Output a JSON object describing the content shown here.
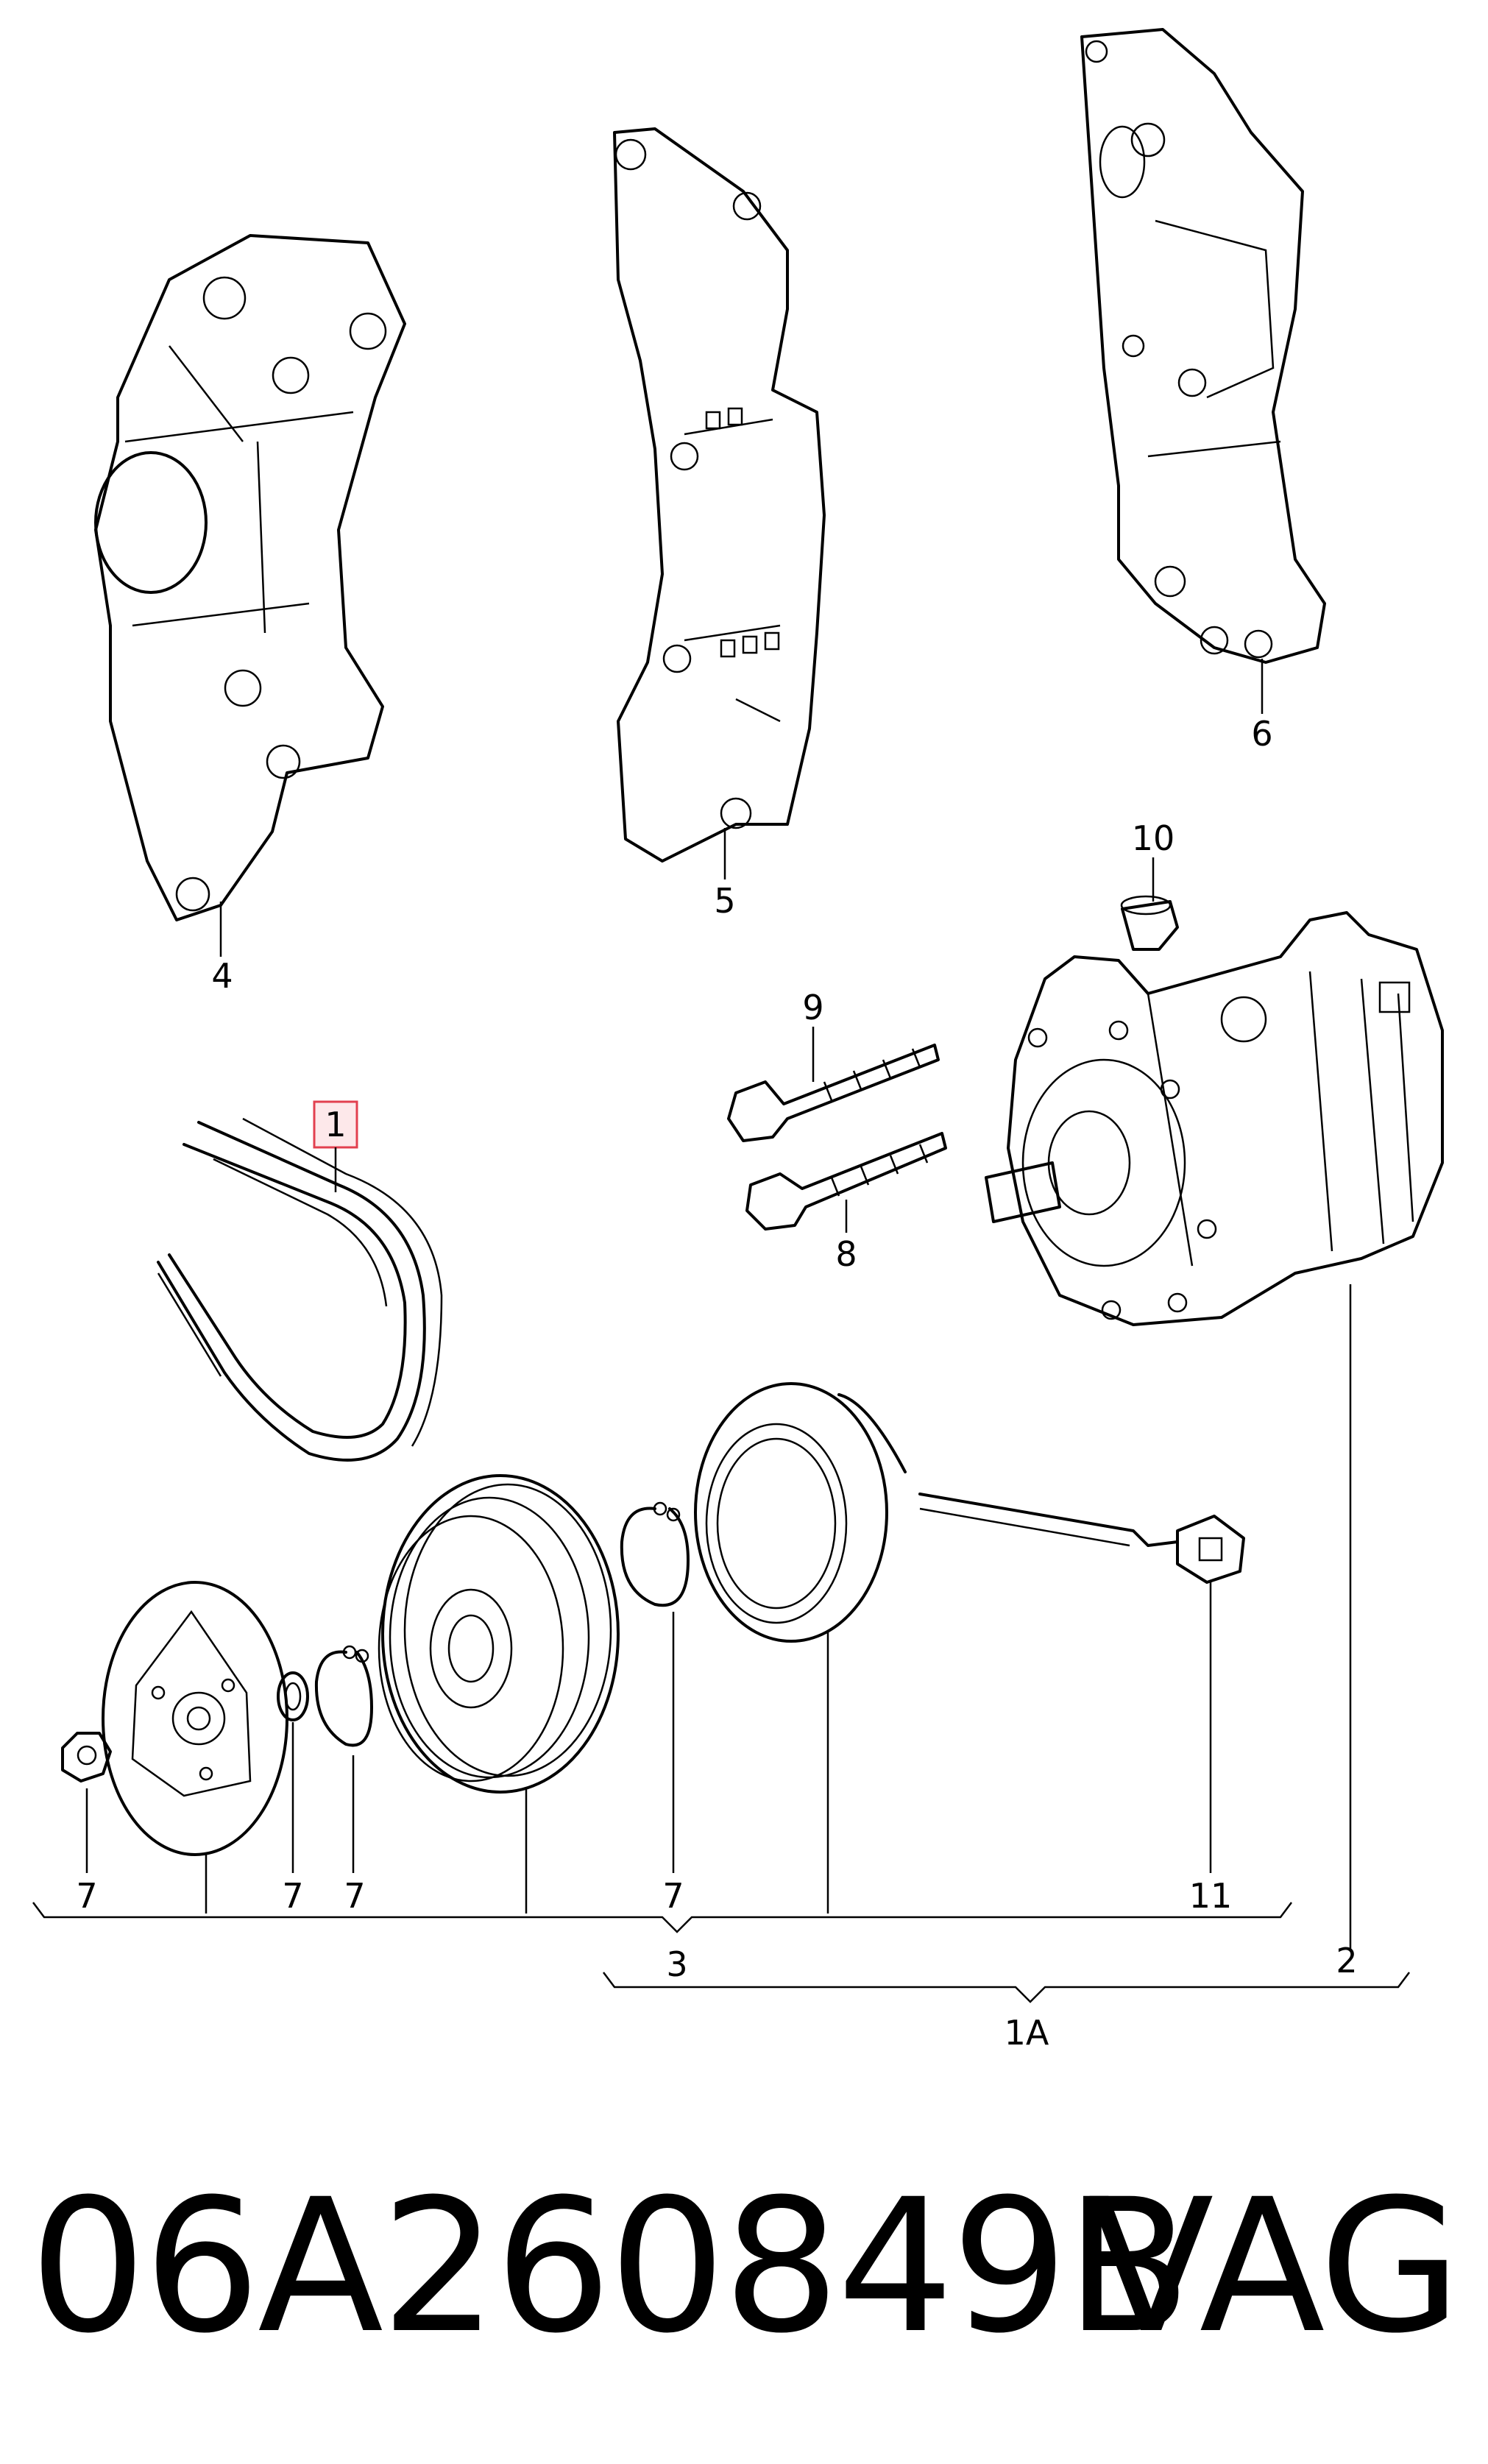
{
  "diagram": {
    "callouts": {
      "c1": "1",
      "c1A": "1A",
      "c2": "2",
      "c3": "3",
      "c4": "4",
      "c5": "5",
      "c6": "6",
      "c7a": "7",
      "c7b": "7",
      "c7c": "7",
      "c7d": "7",
      "c8": "8",
      "c9": "9",
      "c10": "10",
      "c11": "11"
    },
    "highlighted_callout": "1",
    "highlight_color": "#e2404f"
  },
  "footer": {
    "part_number": "06A260849B",
    "brand": "VAG"
  }
}
